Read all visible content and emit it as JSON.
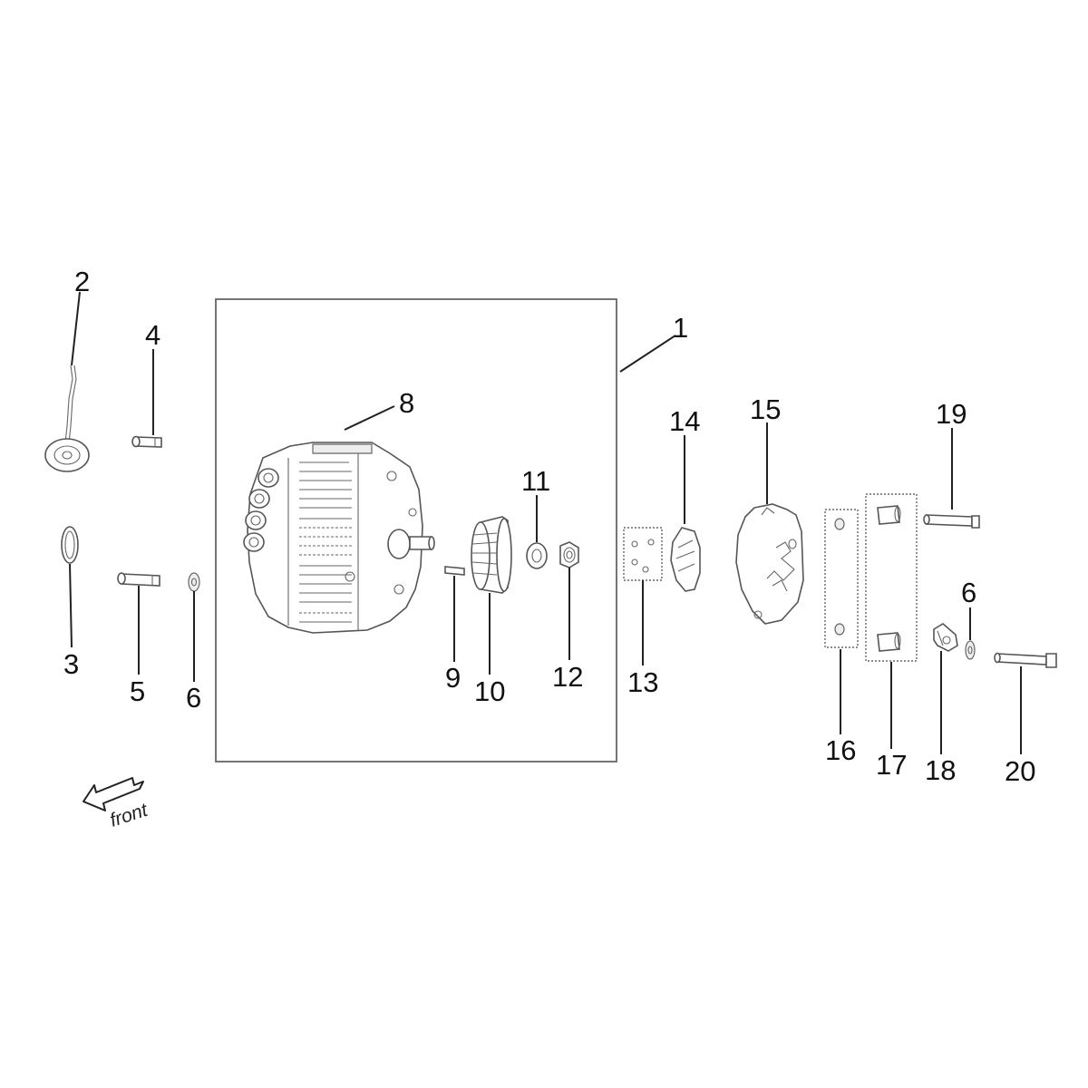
{
  "diagram": {
    "front_label": "front",
    "callouts": {
      "c1": "1",
      "c2": "2",
      "c3": "3",
      "c4": "4",
      "c5": "5",
      "c6a": "6",
      "c6b": "6",
      "c8": "8",
      "c9": "9",
      "c10": "10",
      "c11": "11",
      "c12": "12",
      "c13": "13",
      "c14": "14",
      "c15": "15",
      "c16": "16",
      "c17": "17",
      "c18": "18",
      "c19": "19",
      "c20": "20"
    },
    "parts": [
      {
        "ref": "2",
        "icon": "harness-terminal-icon"
      },
      {
        "ref": "3",
        "icon": "o-ring-icon"
      },
      {
        "ref": "4",
        "icon": "pin-icon"
      },
      {
        "ref": "5",
        "icon": "pin-icon"
      },
      {
        "ref": "6",
        "icon": "washer-icon"
      },
      {
        "ref": "8",
        "icon": "motor-icon"
      },
      {
        "ref": "9",
        "icon": "key-icon"
      },
      {
        "ref": "10",
        "icon": "pulley-icon"
      },
      {
        "ref": "11",
        "icon": "washer-icon"
      },
      {
        "ref": "12",
        "icon": "nut-icon"
      },
      {
        "ref": "13",
        "icon": "label-plate-icon"
      },
      {
        "ref": "14",
        "icon": "cover-icon"
      },
      {
        "ref": "15",
        "icon": "housing-icon"
      },
      {
        "ref": "16",
        "icon": "bracket-plate-icon"
      },
      {
        "ref": "17",
        "icon": "bracket-plate-icon"
      },
      {
        "ref": "18",
        "icon": "clip-icon"
      },
      {
        "ref": "19",
        "icon": "bolt-icon"
      },
      {
        "ref": "20",
        "icon": "bolt-icon"
      }
    ],
    "colors": {
      "line": "#555555",
      "text": "#111111",
      "background": "#ffffff"
    }
  }
}
